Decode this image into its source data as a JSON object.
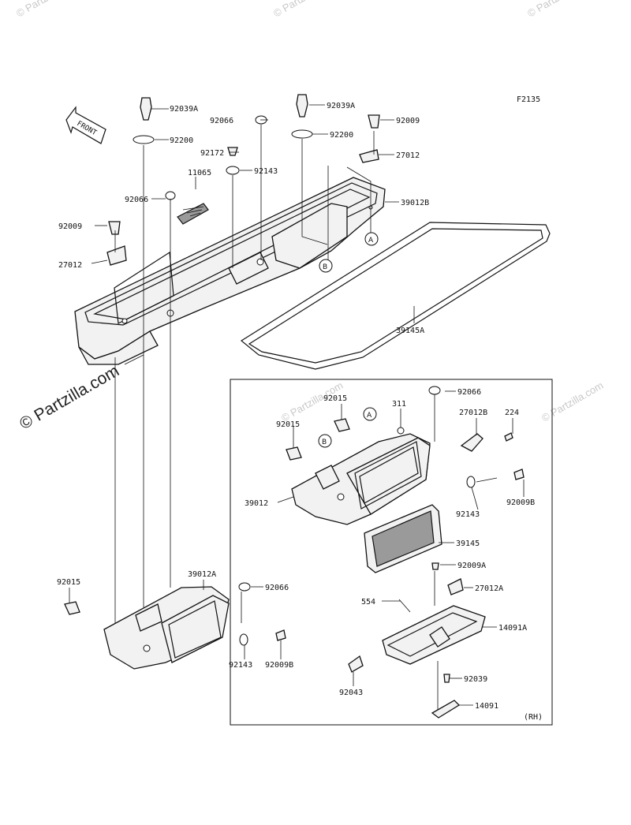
{
  "figure_code": "F2135",
  "variant_note": "(RH)",
  "front_label": "FRONT",
  "watermark": "© Partzilla.com",
  "callouts": {
    "c_A_top": "A",
    "c_B_top": "B",
    "c_A_box": "A",
    "c_B_box": "B"
  },
  "labels": {
    "p92039A_a": "92039A",
    "p92066_a": "92066",
    "p92200_a": "92200",
    "p92172": "92172",
    "p92143_a": "92143",
    "p11065": "11065",
    "p92066_b": "92066",
    "p92009_a": "92009",
    "p27012_a": "27012",
    "p92039A_b": "92039A",
    "p92009_b": "92009",
    "p92200_b": "92200",
    "p27012_b": "27012",
    "p39012B": "39012B",
    "p39145A": "39145A",
    "p92015_a": "92015",
    "p92066_c": "92066",
    "p311": "311",
    "p27012B": "27012B",
    "p224": "224",
    "p92015_b": "92015",
    "p39012": "39012",
    "p92009B_a": "92009B",
    "p92143_b": "92143",
    "p39145": "39145",
    "p92009A": "92009A",
    "p27012A": "27012A",
    "p554": "554",
    "p14091A": "14091A",
    "p92039": "92039",
    "p92043": "92043",
    "p14091": "14091",
    "p92015_c": "92015",
    "p39012A": "39012A",
    "p92066_d": "92066",
    "p92143_c": "92143",
    "p92009B_b": "92009B"
  }
}
